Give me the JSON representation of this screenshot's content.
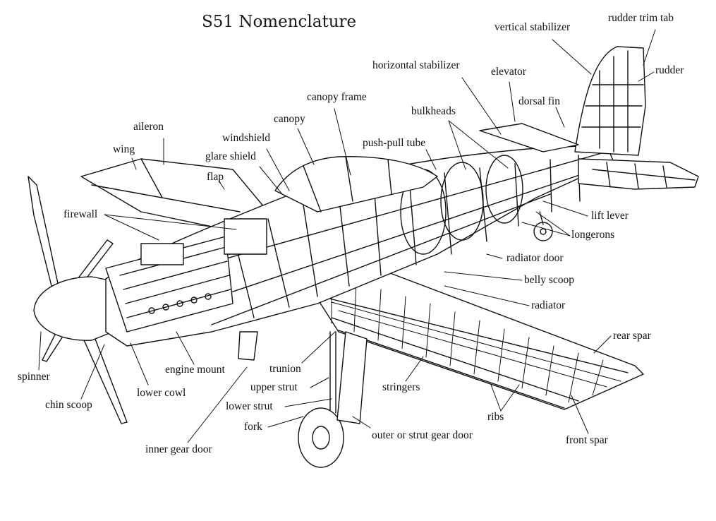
{
  "title": "S51 Nomenclature",
  "labels": {
    "vertical_stabilizer": "vertical stabilizer",
    "rudder_trim_tab": "rudder trim tab",
    "rudder": "rudder",
    "horizontal_stabilizer": "horizontal stabilizer",
    "elevator": "elevator",
    "dorsal_fin": "dorsal fin",
    "canopy_frame": "canopy frame",
    "bulkheads": "bulkheads",
    "canopy": "canopy",
    "aileron": "aileron",
    "windshield": "windshield",
    "push_pull_tube": "push-pull tube",
    "wing": "wing",
    "glare_shield": "glare shield",
    "flap": "flap",
    "firewall": "firewall",
    "lift_lever": "lift lever",
    "longerons": "longerons",
    "radiator_door": "radiator door",
    "belly_scoop": "belly scoop",
    "radiator": "radiator",
    "rear_spar": "rear spar",
    "engine_mount": "engine mount",
    "trunion": "trunion",
    "spinner": "spinner",
    "upper_strut": "upper strut",
    "stringers": "stringers",
    "lower_cowl": "lower cowl",
    "chin_scoop": "chin scoop",
    "lower_strut": "lower strut",
    "ribs": "ribs",
    "fork": "fork",
    "outer_gear_door": "outer or strut gear door",
    "front_spar": "front spar",
    "inner_gear_door": "inner gear door"
  }
}
